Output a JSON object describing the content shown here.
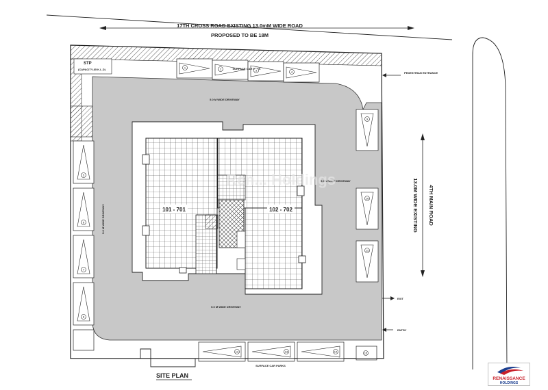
{
  "roads": {
    "north_line1": "17TH CROSS ROAD EXISTING 13.0mM WIDE ROAD",
    "north_line2": "PROPOSED TO BE 18M",
    "east_line1": "13.0M WIDE EXISTING",
    "east_line2": "4TH MAIN ROAD"
  },
  "labels": {
    "stp": "STP",
    "stp_capacity": "(CAPACITY-85 K.L.D)",
    "plan_title": "SITE PLAN",
    "flat_left": "101 - 701",
    "flat_right": "102 - 702",
    "exit": "EXIT",
    "entry": "ENTRY",
    "pedestrian": "PEDESTRIAN ENTRANCE",
    "surface_parking_top": "SURFACE CAR PARK",
    "surface_parking_bottom": "SURFACE CAR PARKS",
    "driveway_top": "5.0 M WIDE DRIVEWAY",
    "driveway_left": "5.0 M WIDE DRIVEWAY",
    "driveway_right": "5.0 M WIDE DRIVEWAY",
    "driveway_bottom": "5.0 M WIDE DRIVEWAY",
    "watermark": "Ren... Holdings"
  },
  "parking_numbers": [
    "1",
    "2",
    "3",
    "4",
    "5",
    "6",
    "7",
    "8",
    "9",
    "10",
    "11",
    "12",
    "13",
    "14",
    "15"
  ],
  "logo": {
    "line1": "RENAISSANCE",
    "line2": "HOLDINGS"
  },
  "colors": {
    "driveway": "#c8c8c8",
    "ink": "#222222",
    "logo_red": "#c8202a",
    "logo_blue": "#1c3f8f"
  }
}
